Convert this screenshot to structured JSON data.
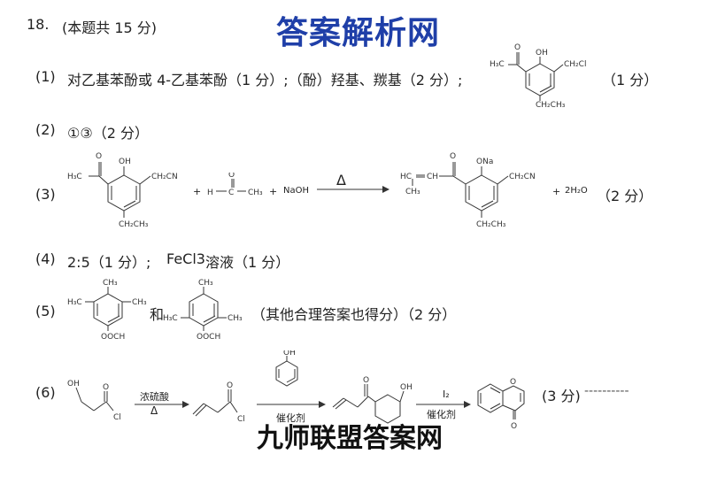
{
  "header": {
    "question_number": "18.",
    "score_note": "(本题共 15 分)",
    "watermark_top": "答案解析网",
    "watermark_bottom": "九师联盟答案网"
  },
  "answers": {
    "p1": {
      "label": "(1)",
      "text": "对乙基苯酚或 4-乙基苯酚（1 分）;（酚）羟基、羰基（2 分）;",
      "score": "（1 分）"
    },
    "p2": {
      "label": "(2)",
      "text": "①③（2 分）"
    },
    "p3": {
      "label": "(3)",
      "plus1": "+",
      "plus2": "+",
      "naoh": "NaOH",
      "plus3": "+",
      "water": "2H₂O",
      "condition": "Δ",
      "score": "（2 分）"
    },
    "p4": {
      "label": "(4)",
      "ratio": "2:5（1 分）;",
      "reagent": "FeCl3",
      "reagent_suffix": "溶液（1 分）"
    },
    "p5": {
      "label": "(5)",
      "connector": "和",
      "text": "（其他合理答案也得分）（2 分）"
    },
    "p6": {
      "label": "(6)",
      "cond1_top": "浓硫酸",
      "cond1_bottom": "Δ",
      "cond2_bottom": "催化剂",
      "cond3_top": "I₂",
      "cond3_bottom": "催化剂",
      "score": "(3 分)",
      "trailing": "----------"
    },
    "mol_labels": {
      "h3c": "H₃C",
      "oh": "OH",
      "ch2cl": "CH₂Cl",
      "ch2ch3": "CH₂CH₃",
      "ch2cn": "CH₂CN",
      "h": "H",
      "ch3": "CH₃",
      "ona": "ONa",
      "hc": "HC",
      "ch": "CH",
      "o": "O",
      "cl": "Cl",
      "ooch": "OOCH"
    }
  }
}
